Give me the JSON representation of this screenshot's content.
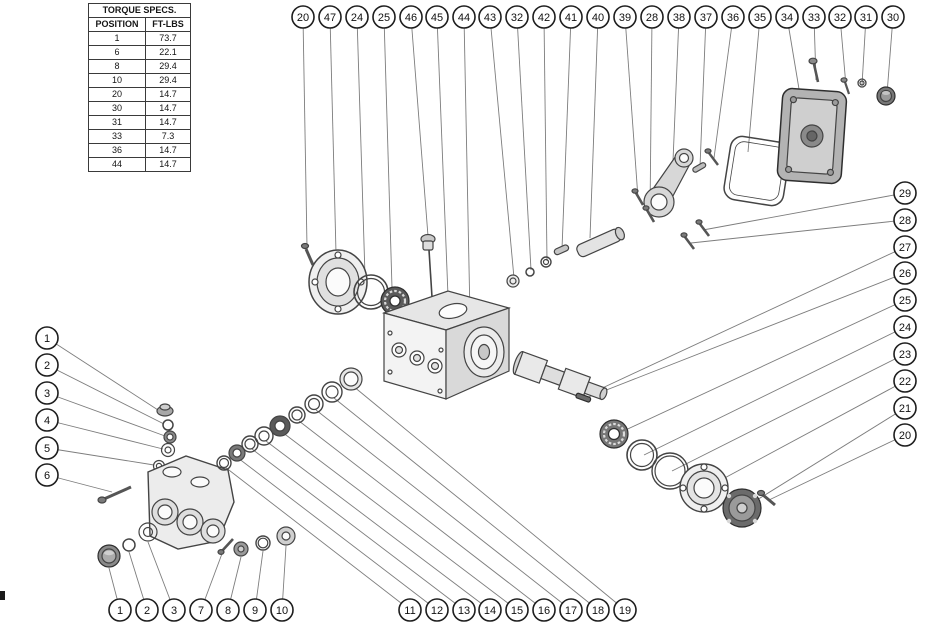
{
  "table": {
    "title": "TORQUE SPECS.",
    "headers": [
      "POSITION",
      "FT-LBS"
    ],
    "rows": [
      [
        "1",
        "73.7"
      ],
      [
        "6",
        "22.1"
      ],
      [
        "8",
        "29.4"
      ],
      [
        "10",
        "29.4"
      ],
      [
        "20",
        "14.7"
      ],
      [
        "30",
        "14.7"
      ],
      [
        "31",
        "14.7"
      ],
      [
        "33",
        "7.3"
      ],
      [
        "36",
        "14.7"
      ],
      [
        "44",
        "14.7"
      ]
    ]
  },
  "callouts": {
    "top": [
      "20",
      "47",
      "24",
      "25",
      "46",
      "45",
      "44",
      "43",
      "32",
      "42",
      "41",
      "40",
      "39",
      "28",
      "38",
      "37",
      "36",
      "35",
      "34",
      "33",
      "32",
      "31",
      "30"
    ],
    "right": [
      "29",
      "28",
      "27",
      "26",
      "25",
      "24",
      "23",
      "22",
      "21",
      "20"
    ],
    "left": [
      "1",
      "2",
      "3",
      "4",
      "5",
      "6"
    ],
    "bottom_left": [
      "1",
      "2",
      "3",
      "7",
      "8",
      "9",
      "10"
    ],
    "bottom_right": [
      "11",
      "12",
      "13",
      "14",
      "15",
      "16",
      "17",
      "18",
      "19"
    ]
  }
}
